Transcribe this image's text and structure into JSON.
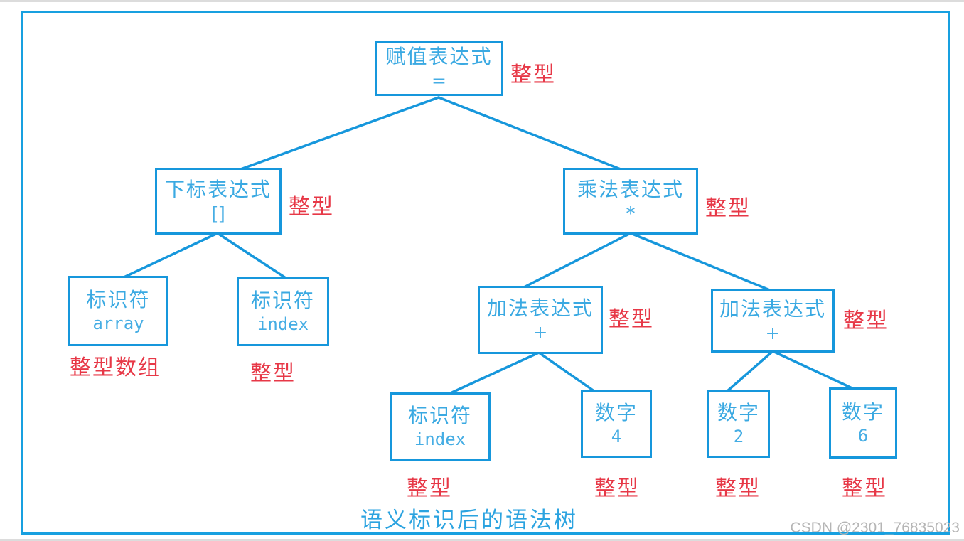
{
  "colors": {
    "line_blue": "#1697dc",
    "text_blue": "#3aa9e2",
    "frame_blue": "#18a0e0",
    "type_red": "#e73847",
    "watermark_gray": "#b5b5b5"
  },
  "caption": "语义标识后的语法树",
  "watermark": "CSDN @2301_76835023",
  "nodes": {
    "root": {
      "title": "赋值表达式",
      "sub": "=",
      "type": "整型"
    },
    "subscript": {
      "title": "下标表达式",
      "sub": "[]",
      "type": "整型"
    },
    "multiply": {
      "title": "乘法表达式",
      "sub": "*",
      "type": "整型"
    },
    "id_array": {
      "title": "标识符",
      "sub": "array",
      "type": "整型数组"
    },
    "id_index": {
      "title": "标识符",
      "sub": "index",
      "type": "整型"
    },
    "add_left": {
      "title": "加法表达式",
      "sub": "+",
      "type": "整型"
    },
    "add_right": {
      "title": "加法表达式",
      "sub": "+",
      "type": "整型"
    },
    "id_index2": {
      "title": "标识符",
      "sub": "index",
      "type": "整型"
    },
    "num4": {
      "title": "数字",
      "sub": "4",
      "type": "整型"
    },
    "num2": {
      "title": "数字",
      "sub": "2",
      "type": "整型"
    },
    "num6": {
      "title": "数字",
      "sub": "6",
      "type": "整型"
    }
  }
}
